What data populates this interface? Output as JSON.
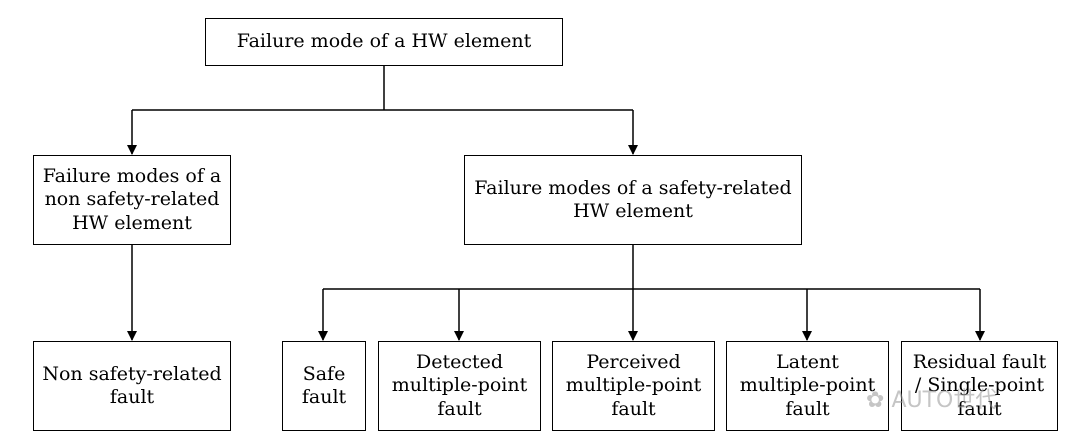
{
  "diagram": {
    "root": {
      "lines": [
        "Failure mode of a HW element"
      ]
    },
    "non_safety": {
      "lines": [
        "Failure modes of a",
        "non safety-related",
        "HW element"
      ]
    },
    "safety": {
      "lines": [
        "Failure modes of a safety-related",
        "HW element"
      ]
    },
    "non_safety_fault": {
      "lines": [
        "Non safety-related",
        "fault"
      ]
    },
    "safe_fault": {
      "lines": [
        "Safe",
        "fault"
      ]
    },
    "detected_fault": {
      "lines": [
        "Detected",
        "multiple-point",
        "fault"
      ]
    },
    "perceived_fault": {
      "lines": [
        "Perceived",
        "multiple-point",
        "fault"
      ]
    },
    "latent_fault": {
      "lines": [
        "Latent",
        "multiple-point",
        "fault"
      ]
    },
    "residual_fault": {
      "lines": [
        "Residual fault",
        "/ Single-point",
        "fault"
      ]
    }
  },
  "watermark": {
    "text": "AUTO世代",
    "icon": "wechat-icon"
  }
}
